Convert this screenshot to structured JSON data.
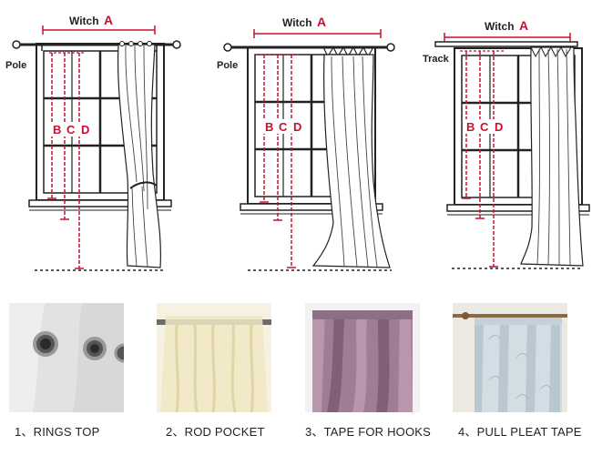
{
  "diagrams": [
    {
      "width_label": "Witch",
      "width_letter": "A",
      "mount_label": "Pole",
      "measure_letters": [
        "B",
        "C",
        "D"
      ]
    },
    {
      "width_label": "Witch",
      "width_letter": "A",
      "mount_label": "Pole",
      "measure_letters": [
        "B",
        "C",
        "D"
      ]
    },
    {
      "width_label": "Witch",
      "width_letter": "A",
      "mount_label": "Track",
      "measure_letters": [
        "B",
        "C",
        "D"
      ]
    }
  ],
  "styles": [
    {
      "caption": "1、RINGS TOP"
    },
    {
      "caption": "2、ROD POCKET"
    },
    {
      "caption": "3、TAPE FOR HOOKS"
    },
    {
      "caption": "4、PULL PLEAT TAPE"
    }
  ],
  "colors": {
    "measure_red": "#c8102e",
    "line_black": "#222222"
  }
}
